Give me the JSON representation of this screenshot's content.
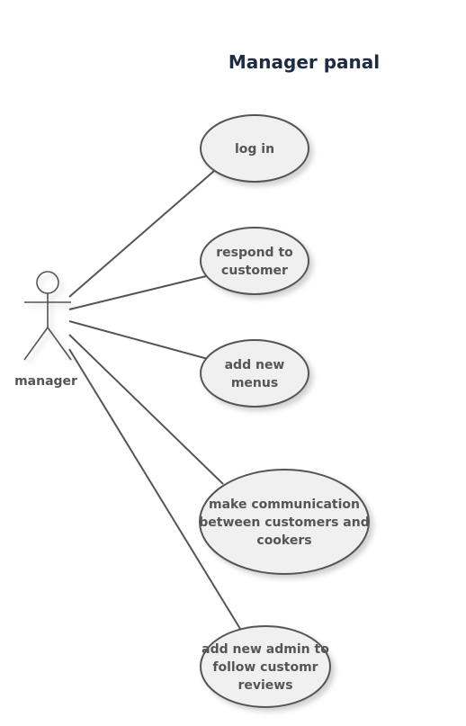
{
  "diagram": {
    "title": "Manager panal",
    "actor": {
      "label": "manager",
      "icon": "stick-figure-icon"
    },
    "use_cases": [
      {
        "id": "log-in",
        "lines": [
          "log in"
        ]
      },
      {
        "id": "respond-to-customer",
        "lines": [
          "respond to",
          "customer"
        ]
      },
      {
        "id": "add-new-menus",
        "lines": [
          "add new",
          "menus"
        ]
      },
      {
        "id": "make-communication",
        "lines": [
          "make communication",
          "between customers and",
          "cookers"
        ]
      },
      {
        "id": "add-new-admin",
        "lines": [
          "add new admin to",
          "follow customr",
          "reviews"
        ]
      }
    ],
    "colors": {
      "stroke": "#555555",
      "fill": "#f0f0f0",
      "title": "#1c2a44",
      "text": "#555555"
    }
  }
}
